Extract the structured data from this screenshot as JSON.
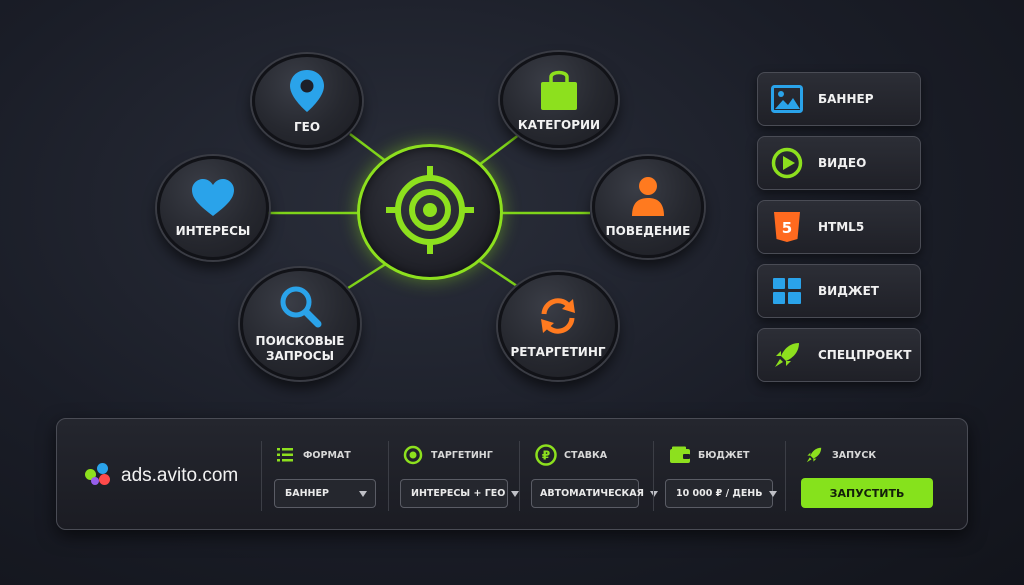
{
  "colors": {
    "accent": "#8de01e",
    "blue": "#2aa3ea",
    "orange": "#ff7a1f",
    "background": "#1a1d27"
  },
  "hub": {
    "icon": "target-icon"
  },
  "targeting_nodes": [
    {
      "id": "geo",
      "label": "ГЕО",
      "icon": "map-pin-icon"
    },
    {
      "id": "categories",
      "label": "КАТЕГОРИИ",
      "icon": "shopping-bag-icon"
    },
    {
      "id": "interests",
      "label": "ИНТЕРЕСЫ",
      "icon": "heart-icon"
    },
    {
      "id": "behavior",
      "label": "ПОВЕДЕНИЕ",
      "icon": "user-icon"
    },
    {
      "id": "search",
      "label": "ПОИСКОВЫЕ\nЗАПРОСЫ",
      "icon": "search-icon"
    },
    {
      "id": "retargeting",
      "label": "РЕТАРГЕТИНГ",
      "icon": "refresh-icon"
    }
  ],
  "formats": [
    {
      "label": "БАННЕР",
      "icon": "image-icon"
    },
    {
      "label": "ВИДЕО",
      "icon": "play-icon"
    },
    {
      "label": "HTML5",
      "icon": "html5-icon"
    },
    {
      "label": "ВИДЖЕТ",
      "icon": "widget-grid-icon"
    },
    {
      "label": "СПЕЦПРОЕКТ",
      "icon": "rocket-icon"
    }
  ],
  "panel": {
    "brand": "ads.avito.com",
    "format": {
      "title": "ФОРМАТ",
      "value": "БАННЕР"
    },
    "targeting": {
      "title": "ТАРГЕТИНГ",
      "value": "ИНТЕРЕСЫ + ГЕО"
    },
    "bid": {
      "title": "СТАВКА",
      "value": "АВТОМАТИЧЕСКАЯ"
    },
    "budget": {
      "title": "БЮДЖЕТ",
      "value": "10 000 ₽ / ДЕНЬ"
    },
    "launch": {
      "title": "ЗАПУСК",
      "button": "ЗАПУСТИТЬ"
    }
  }
}
